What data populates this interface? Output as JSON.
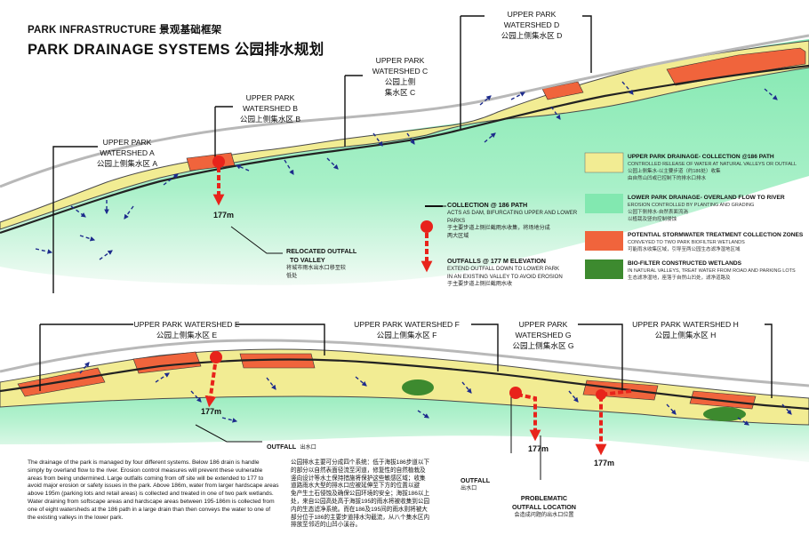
{
  "header": {
    "overline": "PARK INFRASTRUCTURE 景观基础框架",
    "title": "PARK DRAINAGE SYSTEMS 公园排水规划"
  },
  "watersheds": {
    "a": {
      "en1": "UPPER PARK",
      "en2": "WATERSHED A",
      "cn": "公园上侧集水区 A"
    },
    "b": {
      "en1": "UPPER PARK",
      "en2": "WATERSHED B",
      "cn": "公园上侧集水区 B"
    },
    "c": {
      "en1": "UPPER PARK",
      "en2": "WATERSHED C",
      "cn1": "公园上侧",
      "cn2": "集水区 C"
    },
    "d": {
      "en1": "UPPER PARK",
      "en2": "WATERSHED D",
      "cn": "公园上侧集水区 D"
    },
    "e": {
      "en": "UPPER PARK WATERSHED E",
      "cn": "公园上侧集水区 E"
    },
    "f": {
      "en": "UPPER PARK WATERSHED F",
      "cn": "公园上侧集水区 F"
    },
    "g": {
      "en1": "UPPER PARK",
      "en2": "WATERSHED G",
      "cn": "公园上侧集水区 G"
    },
    "h": {
      "en": "UPPER PARK WATERSHED H",
      "cn": "公园上侧集水区 H"
    }
  },
  "callouts": {
    "collection": {
      "title": "COLLECTION @ 186 PATH",
      "en": "ACTS AS DAM, BIFURCATING UPPER AND LOWER PARKS",
      "cn1": "于主要步道上侧拦截雨水收集，将场地分成",
      "cn2": "两大区域"
    },
    "outfalls": {
      "title": "OUTFALLS @ 177 M ELEVATION",
      "en1": "EXTEND  OUTFALL DOWN TO LOWER PARK",
      "en2": "IN AN EXISTING VALLEY TO AVOID EROSION",
      "cn": "于主要步道上侧拦截雨水收"
    },
    "relocated": {
      "l1": "RELOCATED OUTFALL",
      "l2": "TO VALLEY",
      "cn1": "将城市雨水出水口移至较",
      "cn2": "低处"
    },
    "outfall_e": {
      "en": "OUTFALL",
      "cn": "出水口"
    },
    "outfall_g": {
      "en": "OUTFALL",
      "cn": "出水口"
    },
    "problematic": {
      "l1": "PROBLEMATIC",
      "l2": "OUTFALL LOCATION",
      "cn": "会造成问题的出水口位置"
    }
  },
  "elevations": {
    "top": "177m",
    "e": "177m",
    "g": "177m",
    "h": "177m"
  },
  "legend": [
    {
      "color": "#f2ec93",
      "title": "UPPER PARK DRAINAGE- COLLECTION @186 PATH",
      "en": "CONTROLLED RELEASE OF WATER AT NATURAL VALLEYS OR OUTFALL",
      "cn1": "公园上侧集水-以主要步道（约186处）收集",
      "cn2": "由自然山凹或已控制下的排水口排水"
    },
    {
      "color": "#82e8b0",
      "title": "LOWER PARK DRAINAGE- OVERLAND FLOW TO RIVER",
      "en": "EROSION CONTROLLED BY PLANTING AND GRADING",
      "cn1": "公园下侧排水-自然表面流淌",
      "cn2": "以植栽及竖向控制侵蚀"
    },
    {
      "color": "#f0643c",
      "title": "POTENTIAL STORMWATER TREATMENT COLLECTION ZONES",
      "en": "CONVEYED TO TWO PARK BIOFILTER WETLANDS",
      "cn1": "可能雨水收集区域，引导至两公园生态滤净湿地区域",
      "cn2": ""
    },
    {
      "color": "#3d8a2f",
      "title": "BIO-FILTER CONSTRUCTED WETLANDS",
      "en": "IN NATURAL VALLEYS, TREAT WATER FROM ROAD AND PARKING LOTS",
      "cn1": "生态滤净湿地，座落于自然山凹处，滤净道路及",
      "cn2": ""
    }
  ],
  "description": {
    "en": [
      "The drainage of the park is managed by four different systems.  Below 186 drain is handle",
      "simply by overland flow to the river.  Erosion control measures will prevent these vulnerable",
      "areas from being undermined.  Large outfalls coming from off site will be extended to 177 to",
      "avoid major erosion or safety issues in the park. Above 186m, water from larger hardscape areas",
      "above 195m (parking lots and retail areas) is collected and treated in one of two park wetlands.",
      "Water draining from softscape areas and hardscape areas between 195-186m is collected from",
      "one of eight watersheds at the 186 path in a large drain than then conveys the water to one of",
      "the existing valleys in the lower park."
    ],
    "cn": [
      "公园排水主要可分成四个系统：低于海拔186步道以下",
      "的部分以自然表面径流至河道，修复性的自然植栽及",
      "竖向设计等水土保持措施将保护这些敏感区域；收集",
      "道路雨水大型的排水口应被延伸至下方的位置以避",
      "免产生土石侵蚀及确保公园环境的安全；海拔186以上",
      "处，来自公园高处高于海拔195的雨水将被收集到公园",
      "内的生态滤净系统。而在186及195间的雨水则将被大",
      "部分位于186的主要步道排水沟截流，从八个集水区内",
      "排放至邻近的山凹小溪谷。"
    ]
  },
  "colors": {
    "upper_yellow": "#f2ec93",
    "lower_green": "#82e8b0",
    "stormwater_red": "#f0643c",
    "wetland_green": "#3d8a2f",
    "flow_arrow_blue": "#1d2b8c",
    "outfall_red": "#e8231b"
  }
}
